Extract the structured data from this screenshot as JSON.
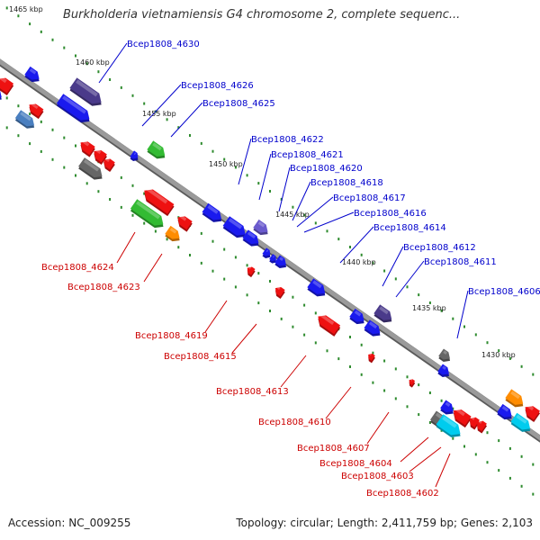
{
  "title": "Burkholderia vietnamiensis G4 chromosome 2, complete sequenc...",
  "footer": {
    "accession": "Accession: NC_009255",
    "topology": "Topology: circular; Length: 2,411,759 bp; Genes: 2,103"
  },
  "ticks": [
    "1465 kbp",
    "1460 kbp",
    "1455 kbp",
    "1450 kbp",
    "1445 kbp",
    "1440 kbp",
    "1435 kbp",
    "1430 kbp"
  ],
  "colors": {
    "forward_label": "#0000cc",
    "reverse_label": "#cc0000",
    "backbone": "#7a7a7a",
    "tick_dots": "#2e8b2e"
  },
  "forward_labels": [
    "Bcep1808_4630",
    "Bcep1808_4626",
    "Bcep1808_4625",
    "Bcep1808_4622",
    "Bcep1808_4621",
    "Bcep1808_4620",
    "Bcep1808_4618",
    "Bcep1808_4617",
    "Bcep1808_4616",
    "Bcep1808_4614",
    "Bcep1808_4612",
    "Bcep1808_4611",
    "Bcep1808_4606"
  ],
  "reverse_labels": [
    "Bcep1808_4624",
    "Bcep1808_4623",
    "Bcep1808_4619",
    "Bcep1808_4615",
    "Bcep1808_4613",
    "Bcep1808_4610",
    "Bcep1808_4607",
    "Bcep1808_4604",
    "Bcep1808_4603",
    "Bcep1808_4602"
  ]
}
